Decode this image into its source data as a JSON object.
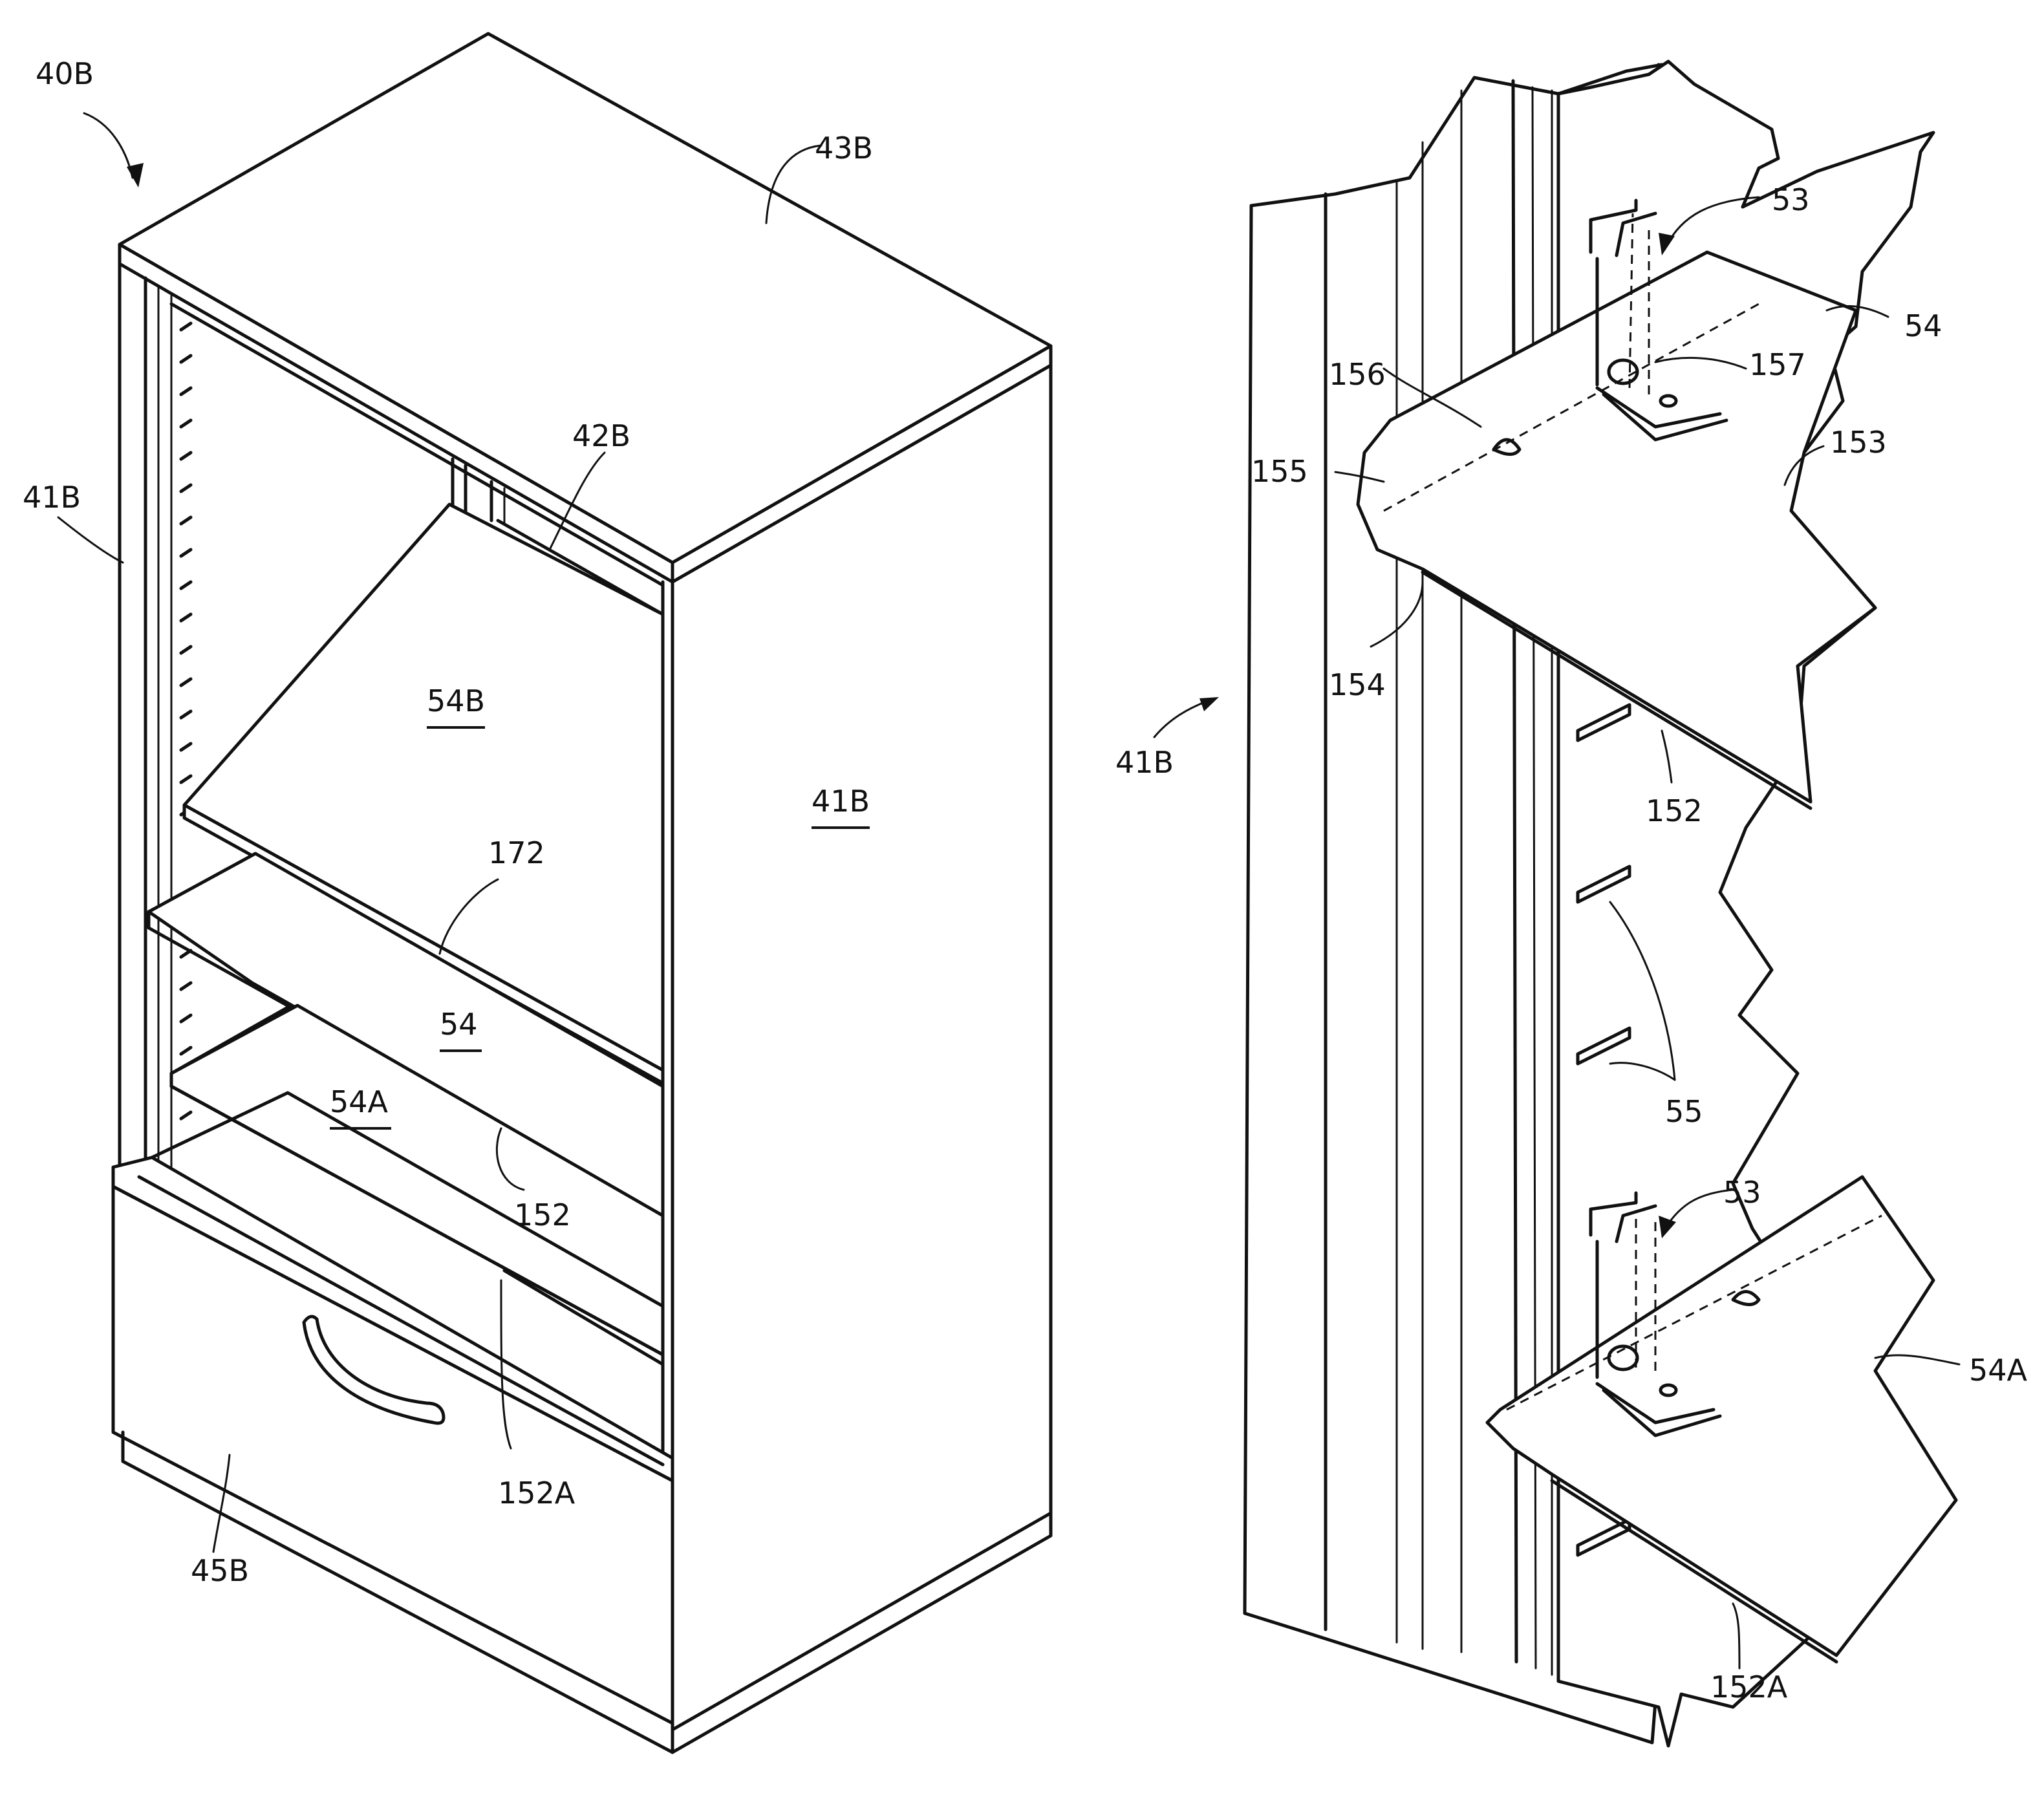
{
  "left_figure": {
    "ref": "40B",
    "top": "43B",
    "side_left": "41B",
    "back_rail": "42B",
    "door_panel": "54B",
    "side_right": "41B",
    "edge_172": "172",
    "shelf": "54",
    "shelf_lower": "54A",
    "edge_152": "152",
    "edge_152A": "152A",
    "drawer": "45B"
  },
  "right_figure": {
    "upright": "41B",
    "bracket_top": "53",
    "shelf": "54",
    "recess_156": "156",
    "recess_157": "157",
    "edge_155": "155",
    "panel_153": "153",
    "lip_154": "154",
    "edge_152": "152",
    "slots": "55",
    "bracket_bottom": "53",
    "shelf_lower": "54A",
    "edge_152A": "152A"
  }
}
